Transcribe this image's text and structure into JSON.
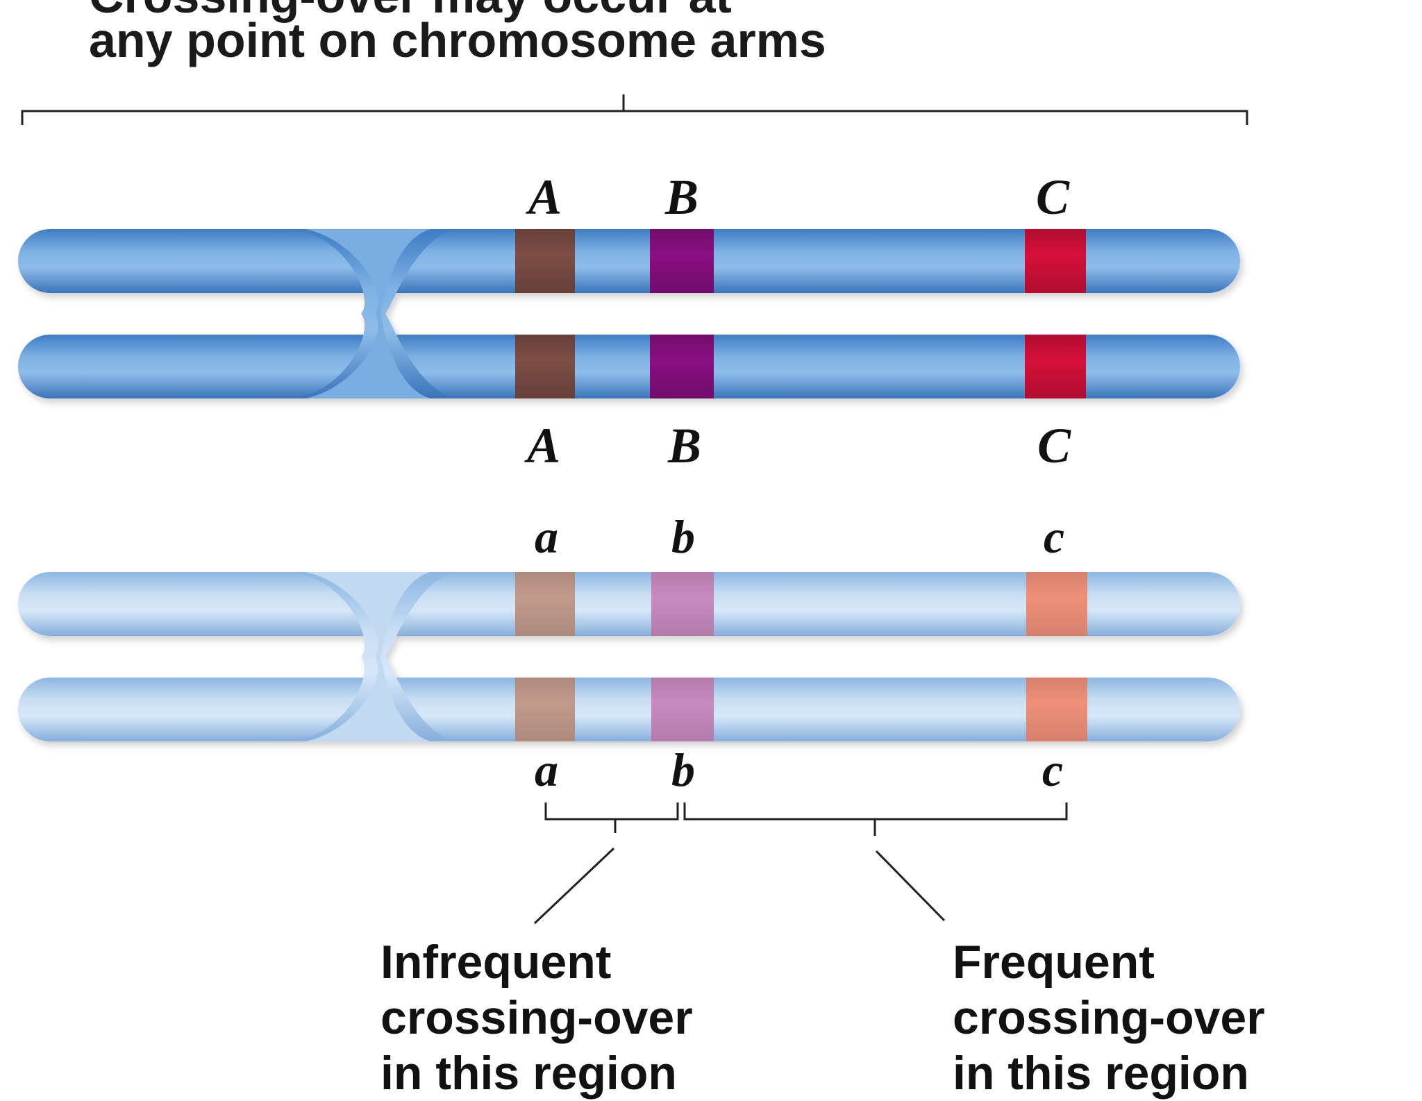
{
  "title": {
    "line1": "Crossing-over may occur at",
    "line2": "any point on chromosome arms"
  },
  "top_chromosome": {
    "upper_labels": [
      "A",
      "B",
      "C"
    ],
    "lower_labels": [
      "A",
      "B",
      "C"
    ],
    "colors": {
      "body": "#6fa2d8",
      "band_A": "#7d4e45",
      "band_B": "#8a0f82",
      "band_C": "#d6103a"
    }
  },
  "bottom_chromosome": {
    "upper_labels": [
      "a",
      "b",
      "c"
    ],
    "lower_labels": [
      "a",
      "b",
      "c"
    ],
    "colors": {
      "body": "#aecbea",
      "band_a": "#c29a8c",
      "band_b": "#c98abf",
      "band_c": "#ef9079"
    }
  },
  "captions": {
    "left": [
      "Infrequent",
      "crossing-over",
      "in this region"
    ],
    "right": [
      "Frequent",
      "crossing-over",
      "in this region"
    ]
  }
}
